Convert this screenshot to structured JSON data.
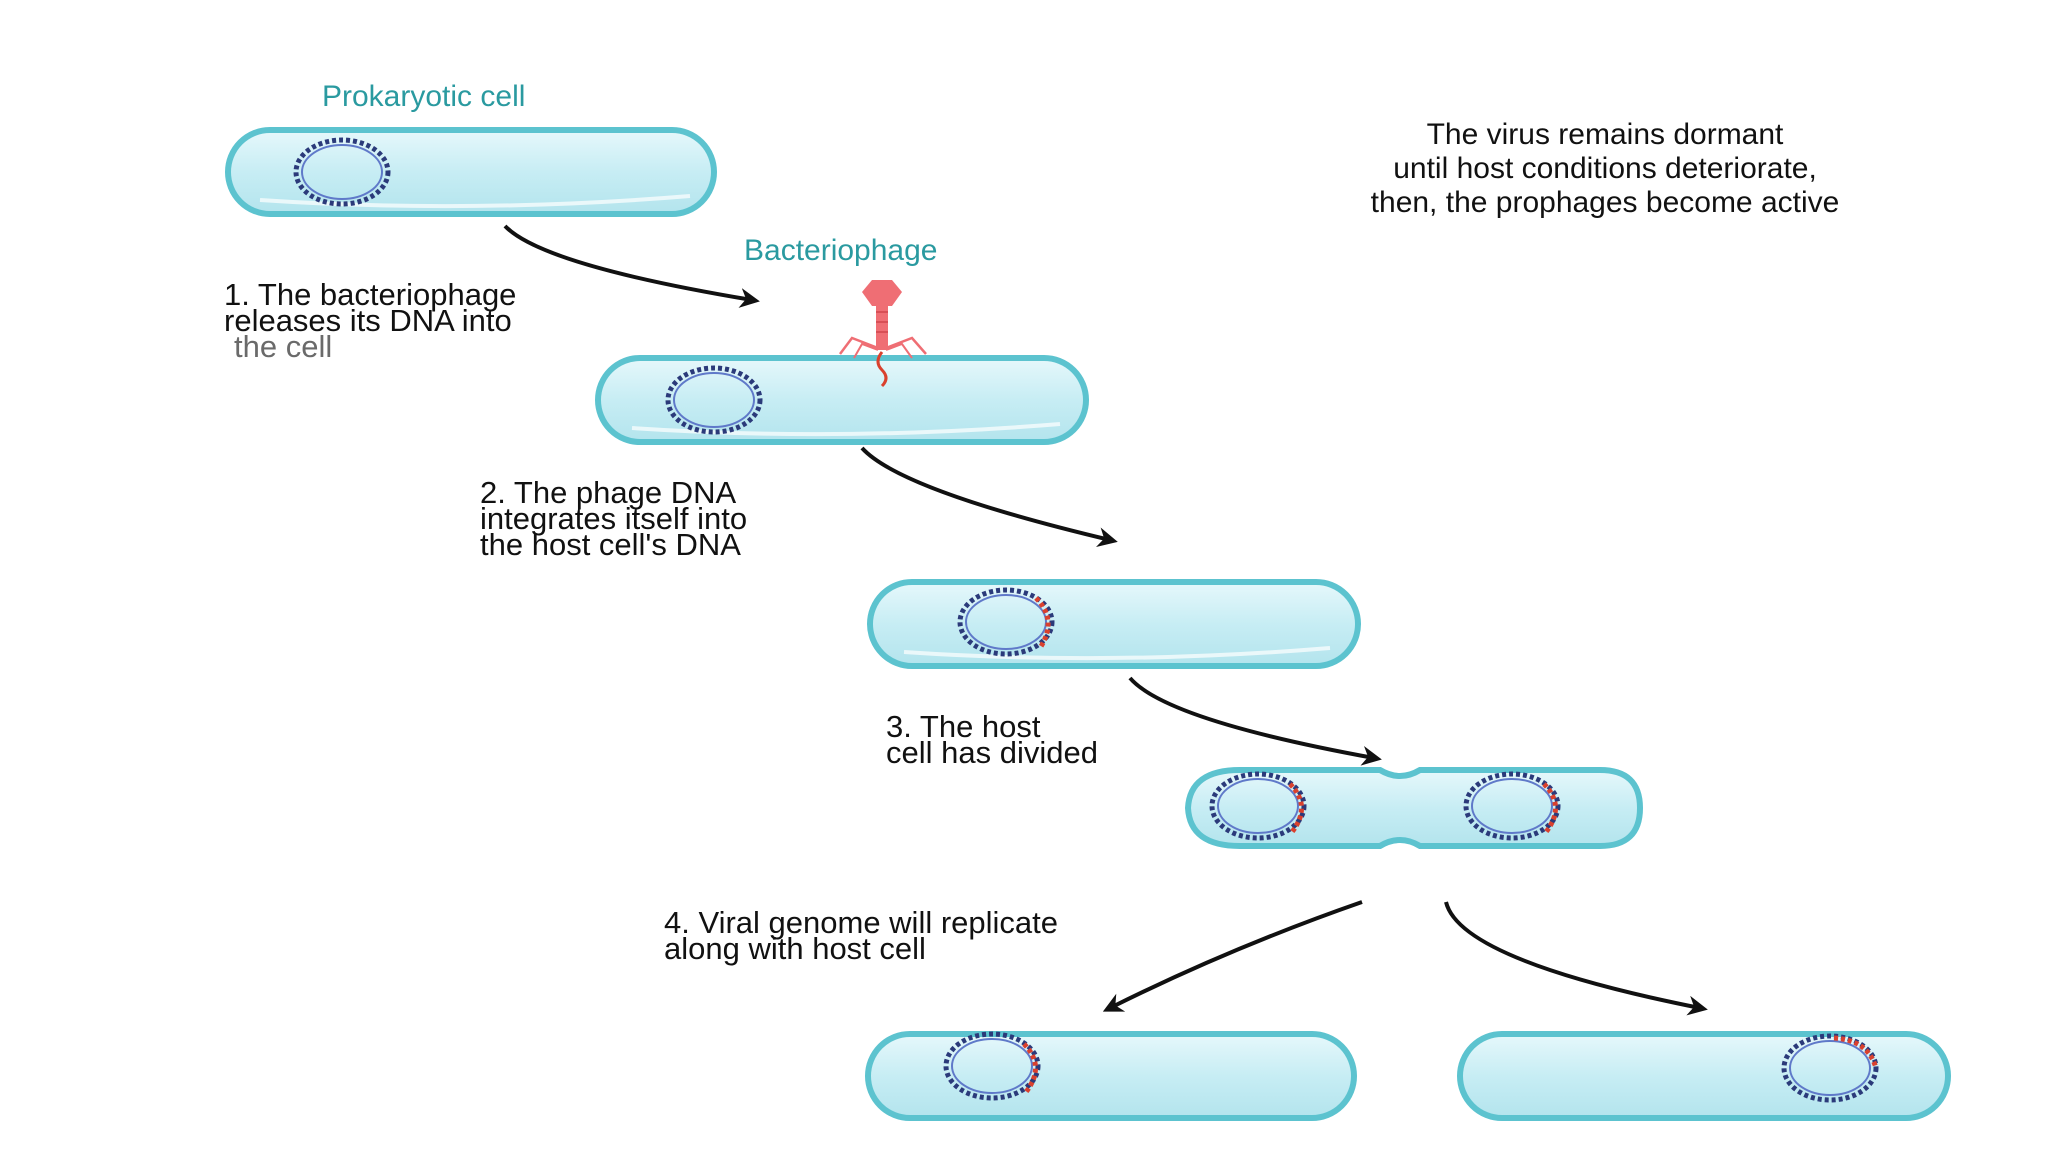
{
  "labels": {
    "prokaryotic_cell": "Prokaryotic cell",
    "bacteriophage": "Bacteriophage"
  },
  "steps": [
    {
      "lines": [
        "1. The bacteriophage",
        "releases its DNA into",
        "the cell"
      ]
    },
    {
      "lines": [
        "2. The phage DNA",
        "integrates itself into",
        "the host cell's DNA"
      ]
    },
    {
      "lines": [
        "3. The host",
        "cell has divided"
      ]
    },
    {
      "lines": [
        "4. Viral genome will replicate",
        "along with host cell"
      ]
    }
  ],
  "note": {
    "lines": [
      "The virus remains dormant",
      "until host conditions deteriorate,",
      "then, the prophages become active"
    ]
  },
  "colors": {
    "cell_fill": "#c7edf4",
    "cell_outline": "#5cc3cf",
    "host_dna": "#2b3a7a",
    "viral_dna": "#d9412e",
    "phage": "#ef6e74",
    "label_teal": "#2a9aa0",
    "arrow": "#111111"
  }
}
